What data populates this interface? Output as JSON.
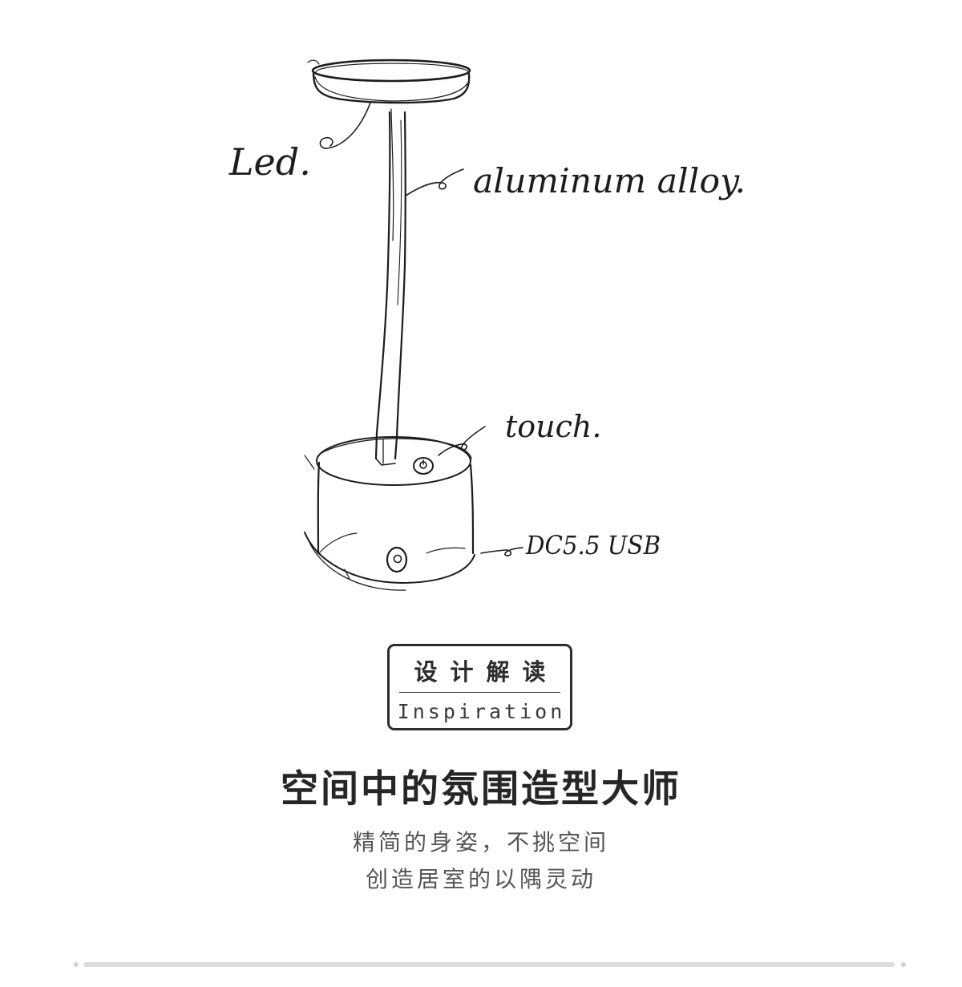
{
  "sketch": {
    "labels": {
      "led": "Led.",
      "material": "aluminum alloy.",
      "switch": "touch.",
      "port": "DC5.5 USB"
    }
  },
  "badge": {
    "title": "设计解读",
    "subtitle": "Inspiration"
  },
  "headline": "空间中的氛围造型大师",
  "subtitle_lines": [
    "精简的身姿，不挑空间",
    "创造居室的以隅灵动"
  ]
}
